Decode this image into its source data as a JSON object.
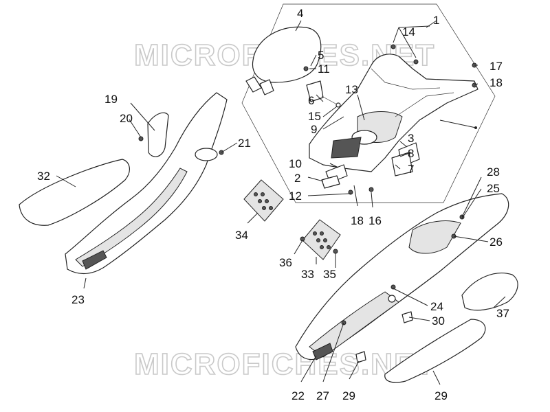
{
  "watermark": "MICROFICHES.NET",
  "callouts": {
    "c1": "1",
    "c2": "2",
    "c3": "3",
    "c4": "4",
    "c5": "5",
    "c6": "6",
    "c7": "7",
    "c8": "8",
    "c9": "9",
    "c10": "10",
    "c11": "11",
    "c12": "12",
    "c13": "13",
    "c14": "14",
    "c15": "15",
    "c16": "16",
    "c17": "17",
    "c18a": "18",
    "c18b": "18",
    "c19": "19",
    "c20": "20",
    "c21": "21",
    "c22": "22",
    "c23": "23",
    "c24": "24",
    "c25": "25",
    "c26": "26",
    "c27": "27",
    "c28": "28",
    "c29a": "29",
    "c29b": "29",
    "c30": "30",
    "c32": "32",
    "c33": "33",
    "c34": "34",
    "c35": "35",
    "c36": "36",
    "c37": "37"
  }
}
